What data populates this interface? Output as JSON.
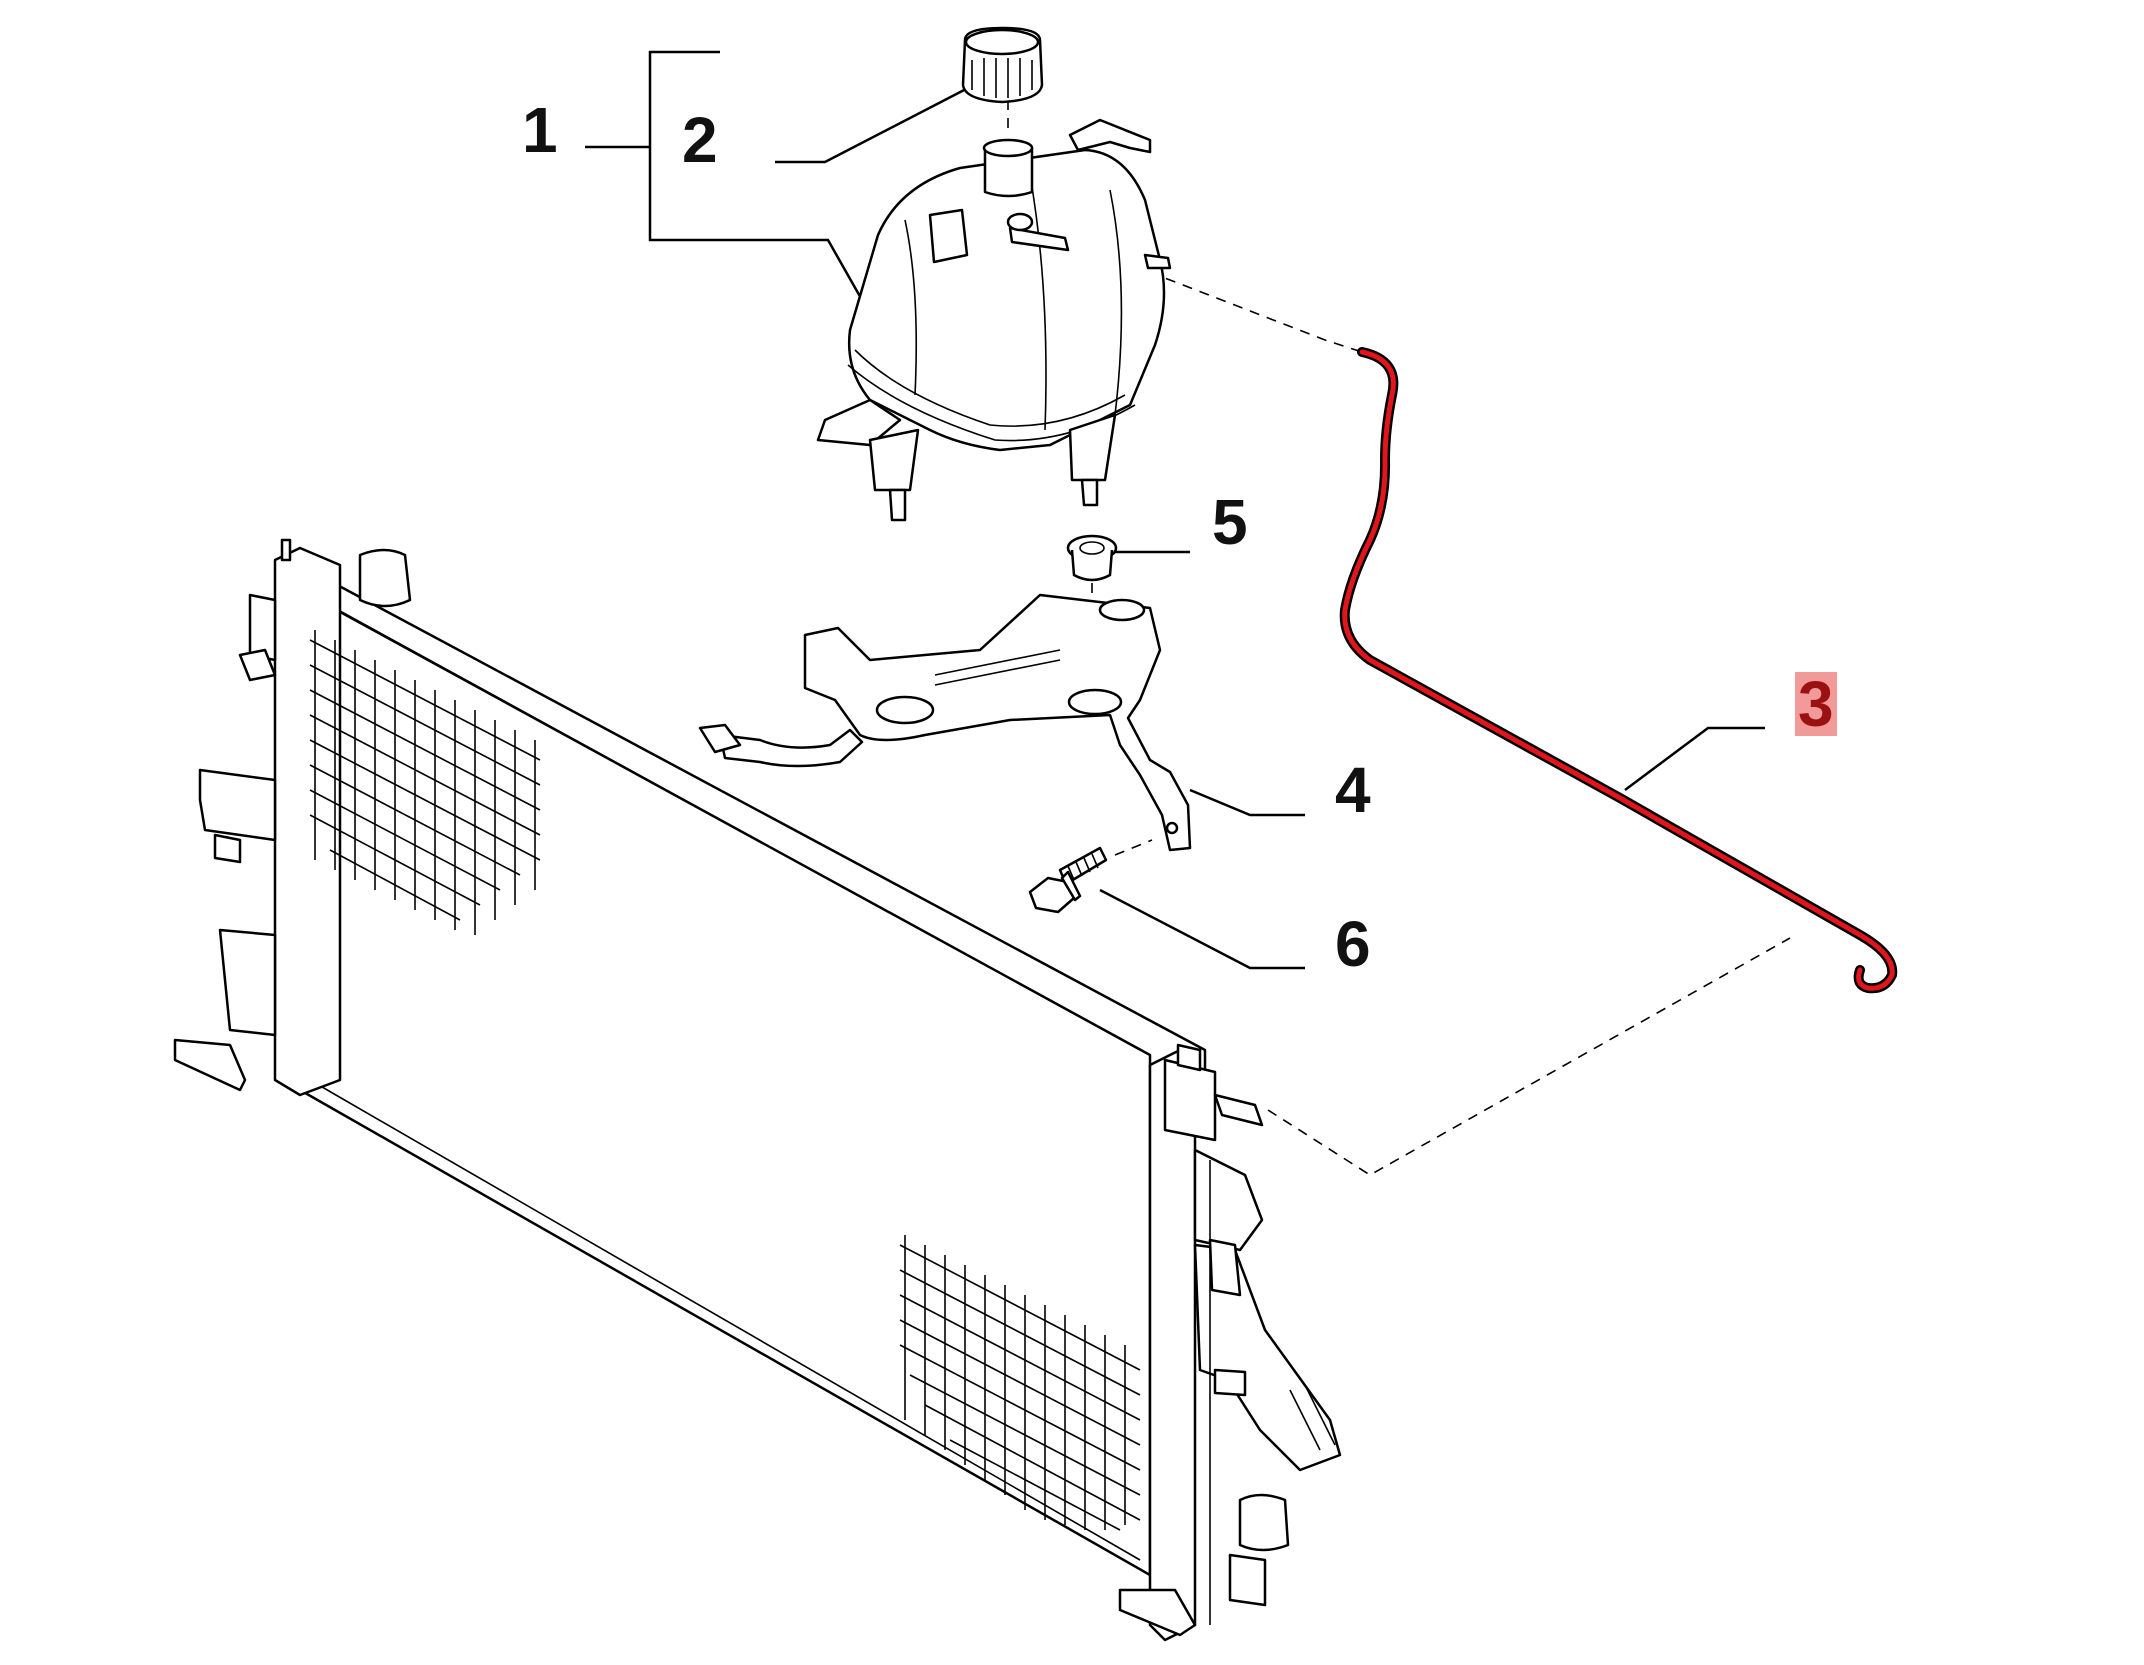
{
  "callouts": [
    {
      "id": "1",
      "text": "1",
      "highlighted": false
    },
    {
      "id": "2",
      "text": "2",
      "highlighted": false
    },
    {
      "id": "3",
      "text": "3",
      "highlighted": true
    },
    {
      "id": "4",
      "text": "4",
      "highlighted": false
    },
    {
      "id": "5",
      "text": "5",
      "highlighted": false
    },
    {
      "id": "6",
      "text": "6",
      "highlighted": false
    }
  ],
  "colors": {
    "highlight_part": "#e0161c",
    "highlight_label_bg": "#f29a9a",
    "highlight_label_text": "#9b1010",
    "line": "#000000",
    "background": "#ffffff"
  }
}
